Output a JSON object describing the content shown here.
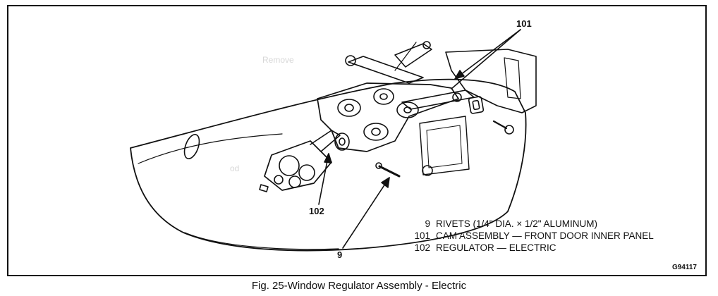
{
  "figure": {
    "code": "G94117",
    "caption": "Fig. 25-Window Regulator Assembly - Electric"
  },
  "callouts": {
    "c101": "101",
    "c102": "102",
    "c9": "9"
  },
  "legend": [
    {
      "num": "9",
      "text": "RIVETS (1/4\" DIA. × 1/2\" ALUMINUM)"
    },
    {
      "num": "101",
      "text": "CAM ASSEMBLY — FRONT DOOR INNER PANEL"
    },
    {
      "num": "102",
      "text": "REGULATOR — ELECTRIC"
    }
  ],
  "ghost_text": {
    "remove": "Remove",
    "left": "od"
  }
}
